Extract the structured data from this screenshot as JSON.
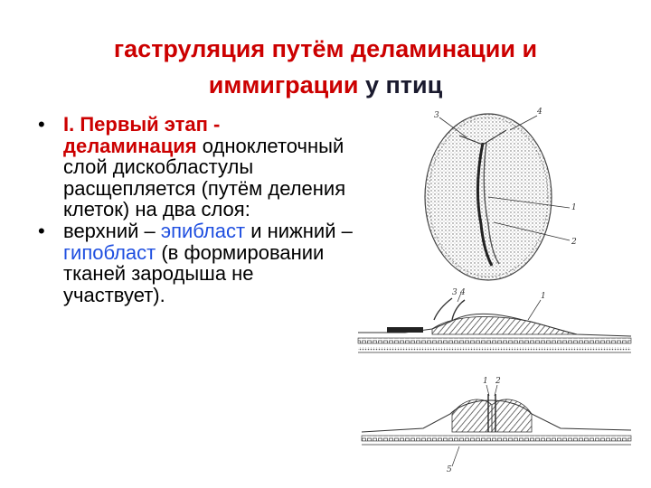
{
  "slide": {
    "title_part1": "гаструляция путём деламинации и иммиграции",
    "title_part2": "у птиц",
    "bullets": [
      {
        "marker": "•",
        "heading": "I. Первый этап - деламинация",
        "text": "одноклеточный слой дискобластулы расщепляется (путём деления клеток) на два слоя:"
      },
      {
        "marker": "•",
        "text_before": "верхний –",
        "term1": "эпибласт",
        "text_mid": "и нижний –",
        "term2": "гипобласт",
        "text_after": "(в формировании тканей зародыша не участвует)."
      }
    ]
  },
  "figure": {
    "labels_top": [
      "3",
      "4",
      "1",
      "2"
    ],
    "labels_mid": [
      "3",
      "4",
      "1"
    ],
    "labels_bottom": [
      "1",
      "2",
      "5"
    ]
  },
  "colors": {
    "title_red": "#cc0000",
    "title_dark": "#1a1a2e",
    "term_blue": "#1f4fe0"
  }
}
